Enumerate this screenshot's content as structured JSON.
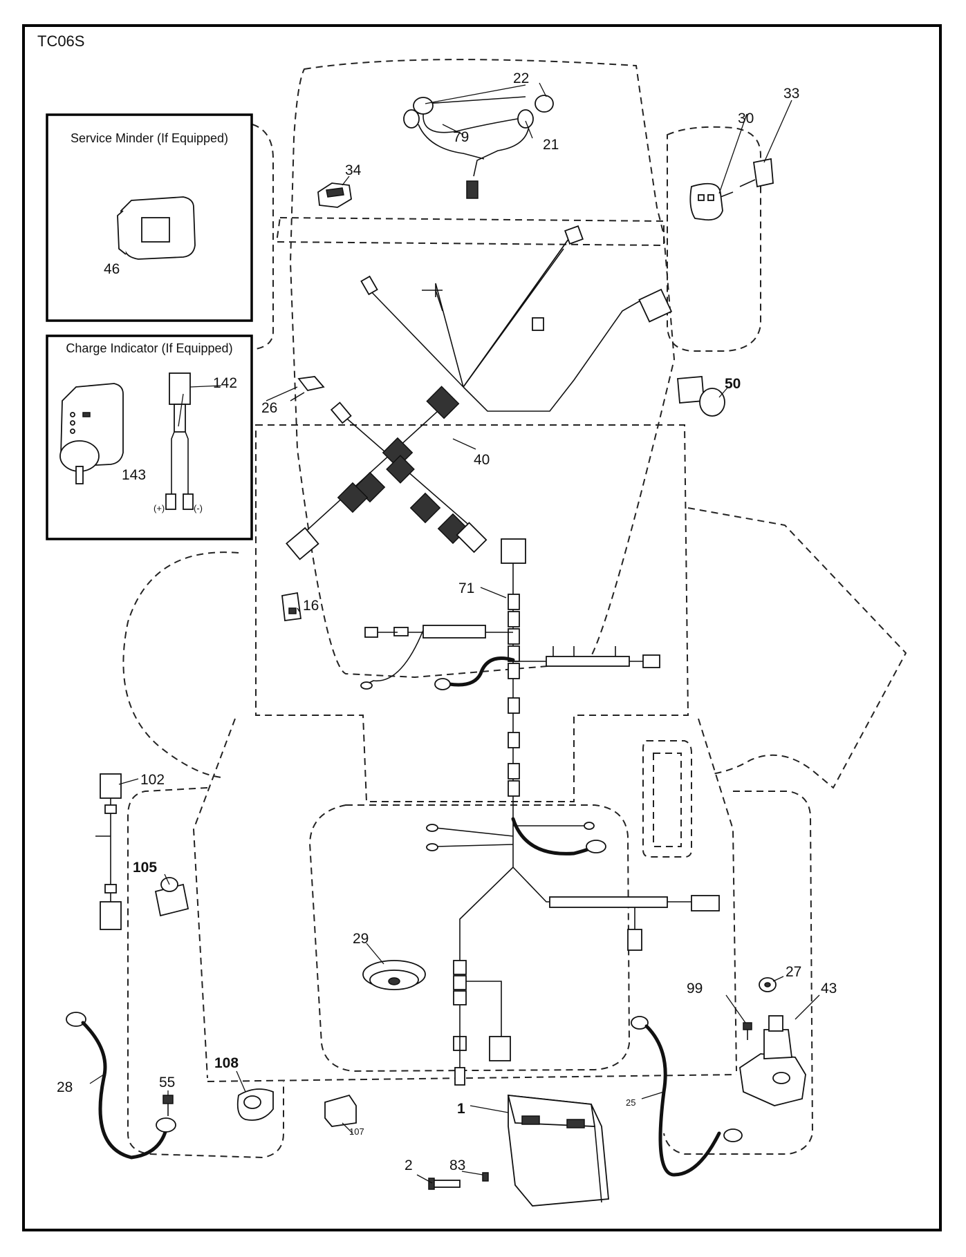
{
  "diagram_code": "TC06S",
  "insets": {
    "service_minder": "Service Minder (If Equipped)",
    "charge_indicator": "Charge Indicator (If Equipped)"
  },
  "polarity": {
    "positive": "(+)",
    "negative": "(-)"
  },
  "parts": [
    {
      "id": "p1",
      "label": "1",
      "bold": true
    },
    {
      "id": "p2",
      "label": "2",
      "bold": false
    },
    {
      "id": "p16",
      "label": "16",
      "bold": false
    },
    {
      "id": "p21",
      "label": "21",
      "bold": false
    },
    {
      "id": "p22",
      "label": "22",
      "bold": false
    },
    {
      "id": "p25",
      "label": "25",
      "bold": false
    },
    {
      "id": "p26",
      "label": "26",
      "bold": false
    },
    {
      "id": "p27",
      "label": "27",
      "bold": false
    },
    {
      "id": "p28",
      "label": "28",
      "bold": false
    },
    {
      "id": "p29",
      "label": "29",
      "bold": false
    },
    {
      "id": "p30",
      "label": "30",
      "bold": false
    },
    {
      "id": "p33",
      "label": "33",
      "bold": false
    },
    {
      "id": "p34",
      "label": "34",
      "bold": false
    },
    {
      "id": "p40",
      "label": "40",
      "bold": false
    },
    {
      "id": "p43",
      "label": "43",
      "bold": false
    },
    {
      "id": "p46",
      "label": "46",
      "bold": false
    },
    {
      "id": "p50",
      "label": "50",
      "bold": true
    },
    {
      "id": "p55",
      "label": "55",
      "bold": false
    },
    {
      "id": "p71",
      "label": "71",
      "bold": false
    },
    {
      "id": "p79",
      "label": "79",
      "bold": false
    },
    {
      "id": "p83",
      "label": "83",
      "bold": false
    },
    {
      "id": "p99",
      "label": "99",
      "bold": false
    },
    {
      "id": "p102",
      "label": "102",
      "bold": false
    },
    {
      "id": "p105",
      "label": "105",
      "bold": true
    },
    {
      "id": "p107",
      "label": "107",
      "bold": false
    },
    {
      "id": "p108",
      "label": "108",
      "bold": true
    },
    {
      "id": "p142",
      "label": "142",
      "bold": false
    },
    {
      "id": "p143",
      "label": "143",
      "bold": false
    }
  ]
}
